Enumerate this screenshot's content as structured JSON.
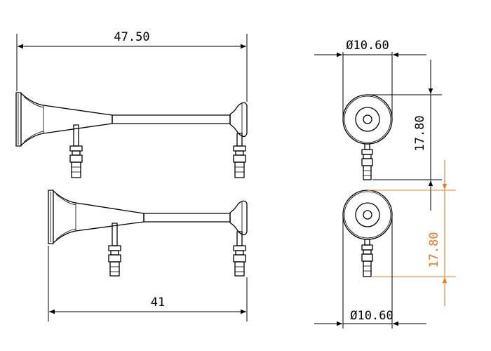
{
  "dimensions": {
    "top_horn_length": "47.50",
    "bottom_horn_length": "41",
    "top_bell_diameter": "Ø10.60",
    "bottom_bell_diameter": "Ø10.60",
    "top_vertical_spacing": "17.80",
    "bottom_vertical_spacing": "17.80"
  },
  "colors": {
    "line": "#000000",
    "highlight_dimension": "#f07820"
  }
}
